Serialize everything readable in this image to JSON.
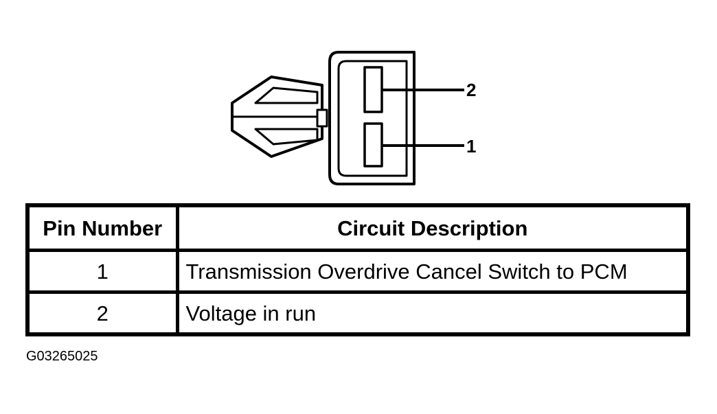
{
  "connector": {
    "pins": [
      {
        "number": "2"
      },
      {
        "number": "1"
      }
    ]
  },
  "table": {
    "headers": {
      "pin": "Pin Number",
      "circuit": "Circuit Description"
    },
    "rows": [
      {
        "pin": "1",
        "description": "Transmission Overdrive Cancel Switch to PCM"
      },
      {
        "pin": "2",
        "description": "Voltage in run"
      }
    ]
  },
  "figure_id": "G03265025"
}
